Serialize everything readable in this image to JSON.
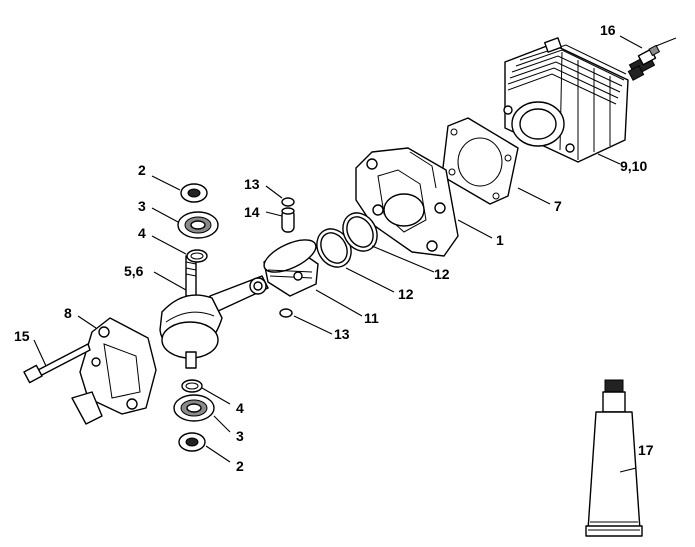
{
  "callouts": [
    {
      "id": "c16",
      "label": "16"
    },
    {
      "id": "c910",
      "label": "9,10"
    },
    {
      "id": "c7",
      "label": "7"
    },
    {
      "id": "c1",
      "label": "1"
    },
    {
      "id": "c12a",
      "label": "12"
    },
    {
      "id": "c12b",
      "label": "12"
    },
    {
      "id": "c11",
      "label": "11"
    },
    {
      "id": "c13a",
      "label": "13"
    },
    {
      "id": "c13b",
      "label": "13"
    },
    {
      "id": "c14",
      "label": "14"
    },
    {
      "id": "c2a",
      "label": "2"
    },
    {
      "id": "c3a",
      "label": "3"
    },
    {
      "id": "c4a",
      "label": "4"
    },
    {
      "id": "c56",
      "label": "5,6"
    },
    {
      "id": "c8",
      "label": "8"
    },
    {
      "id": "c15",
      "label": "15"
    },
    {
      "id": "c4b",
      "label": "4"
    },
    {
      "id": "c3b",
      "label": "3"
    },
    {
      "id": "c2b",
      "label": "2"
    },
    {
      "id": "c17",
      "label": "17"
    }
  ]
}
